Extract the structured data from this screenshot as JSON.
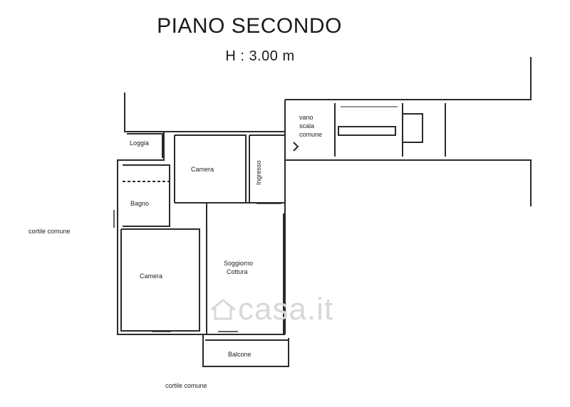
{
  "title": "PIANO SECONDO",
  "height_label": "H : 3.00 m",
  "rooms": {
    "loggia": "Loggia",
    "camera_top": "Camera",
    "ingresso": "Ingresso",
    "bagno": "Bagno",
    "camera_bottom": "Camera",
    "soggiorno": "Soggiorno",
    "cottura": "Cottura",
    "balcone": "Balcone",
    "vano": "vano",
    "scala": "scala",
    "comune": "comune"
  },
  "areas": {
    "left": "cortile comune",
    "bottom": "cortile comune"
  },
  "watermark": "casa.it",
  "colors": {
    "wall": "#2a2a2a",
    "watermark": "#d8d8d8"
  }
}
